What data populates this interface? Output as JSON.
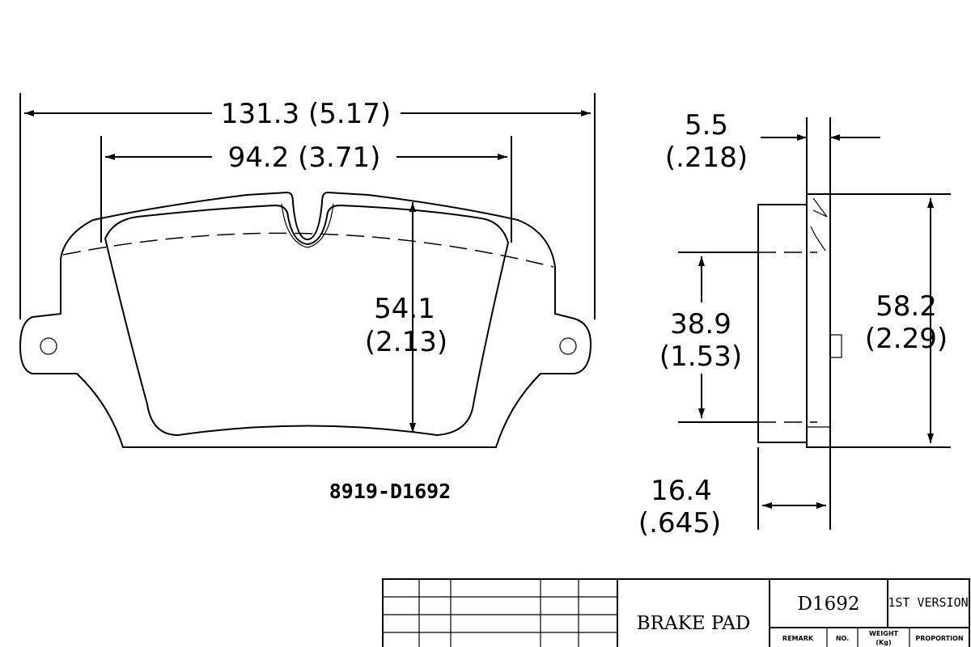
{
  "dimensions": {
    "overall_width": "131.3  (5.17)",
    "inner_width": "94.2  (3.71)",
    "height_mm": "54.1",
    "height_in": "(2.13)",
    "shim_mm": "5.5",
    "shim_in": "(.218)",
    "friction_height_mm": "38.9",
    "friction_height_in": "(1.53)",
    "total_height_mm": "58.2",
    "total_height_in": "(2.29)",
    "thickness_mm": "16.4",
    "thickness_in": "(.645)"
  },
  "part_number": "8919-D1692",
  "title_block": {
    "name": "BRAKE PAD",
    "code": "D1692",
    "version": "1ST VERSION",
    "remark": "REMARK",
    "no": "NO.",
    "weight": "WEIGHT",
    "weight_unit": "(Kg)",
    "proportion": "PROPORTION"
  }
}
